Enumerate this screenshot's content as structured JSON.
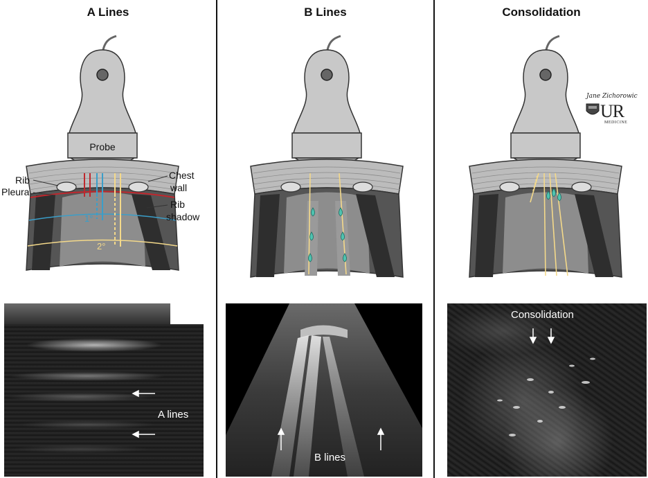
{
  "panels": [
    {
      "title": "A Lines",
      "us_label": "A lines"
    },
    {
      "title": "B Lines",
      "us_label": "B lines"
    },
    {
      "title": "Consolidation",
      "us_label": "Consolidation"
    }
  ],
  "diagram_labels": {
    "probe": "Probe",
    "chest_wall_1": "Chest",
    "chest_wall_2": "wall",
    "rib": "Rib",
    "pleura": "Pleura",
    "rib_shadow_1": "Rib",
    "rib_shadow_2": "shadow",
    "primary": "1°",
    "secondary": "2°"
  },
  "logo": {
    "signature": "Jane Zichorowic",
    "ur": "UR",
    "medicine": "MEDICINE"
  },
  "colors": {
    "probe": "#c8c8c8",
    "chest_wall": "#bfbfbf",
    "red_arrow": "#c0272d",
    "blue_arrow": "#3a9ec9",
    "yellow_arrow": "#f4d98a",
    "b_line_drop": "#4fc3b0"
  }
}
